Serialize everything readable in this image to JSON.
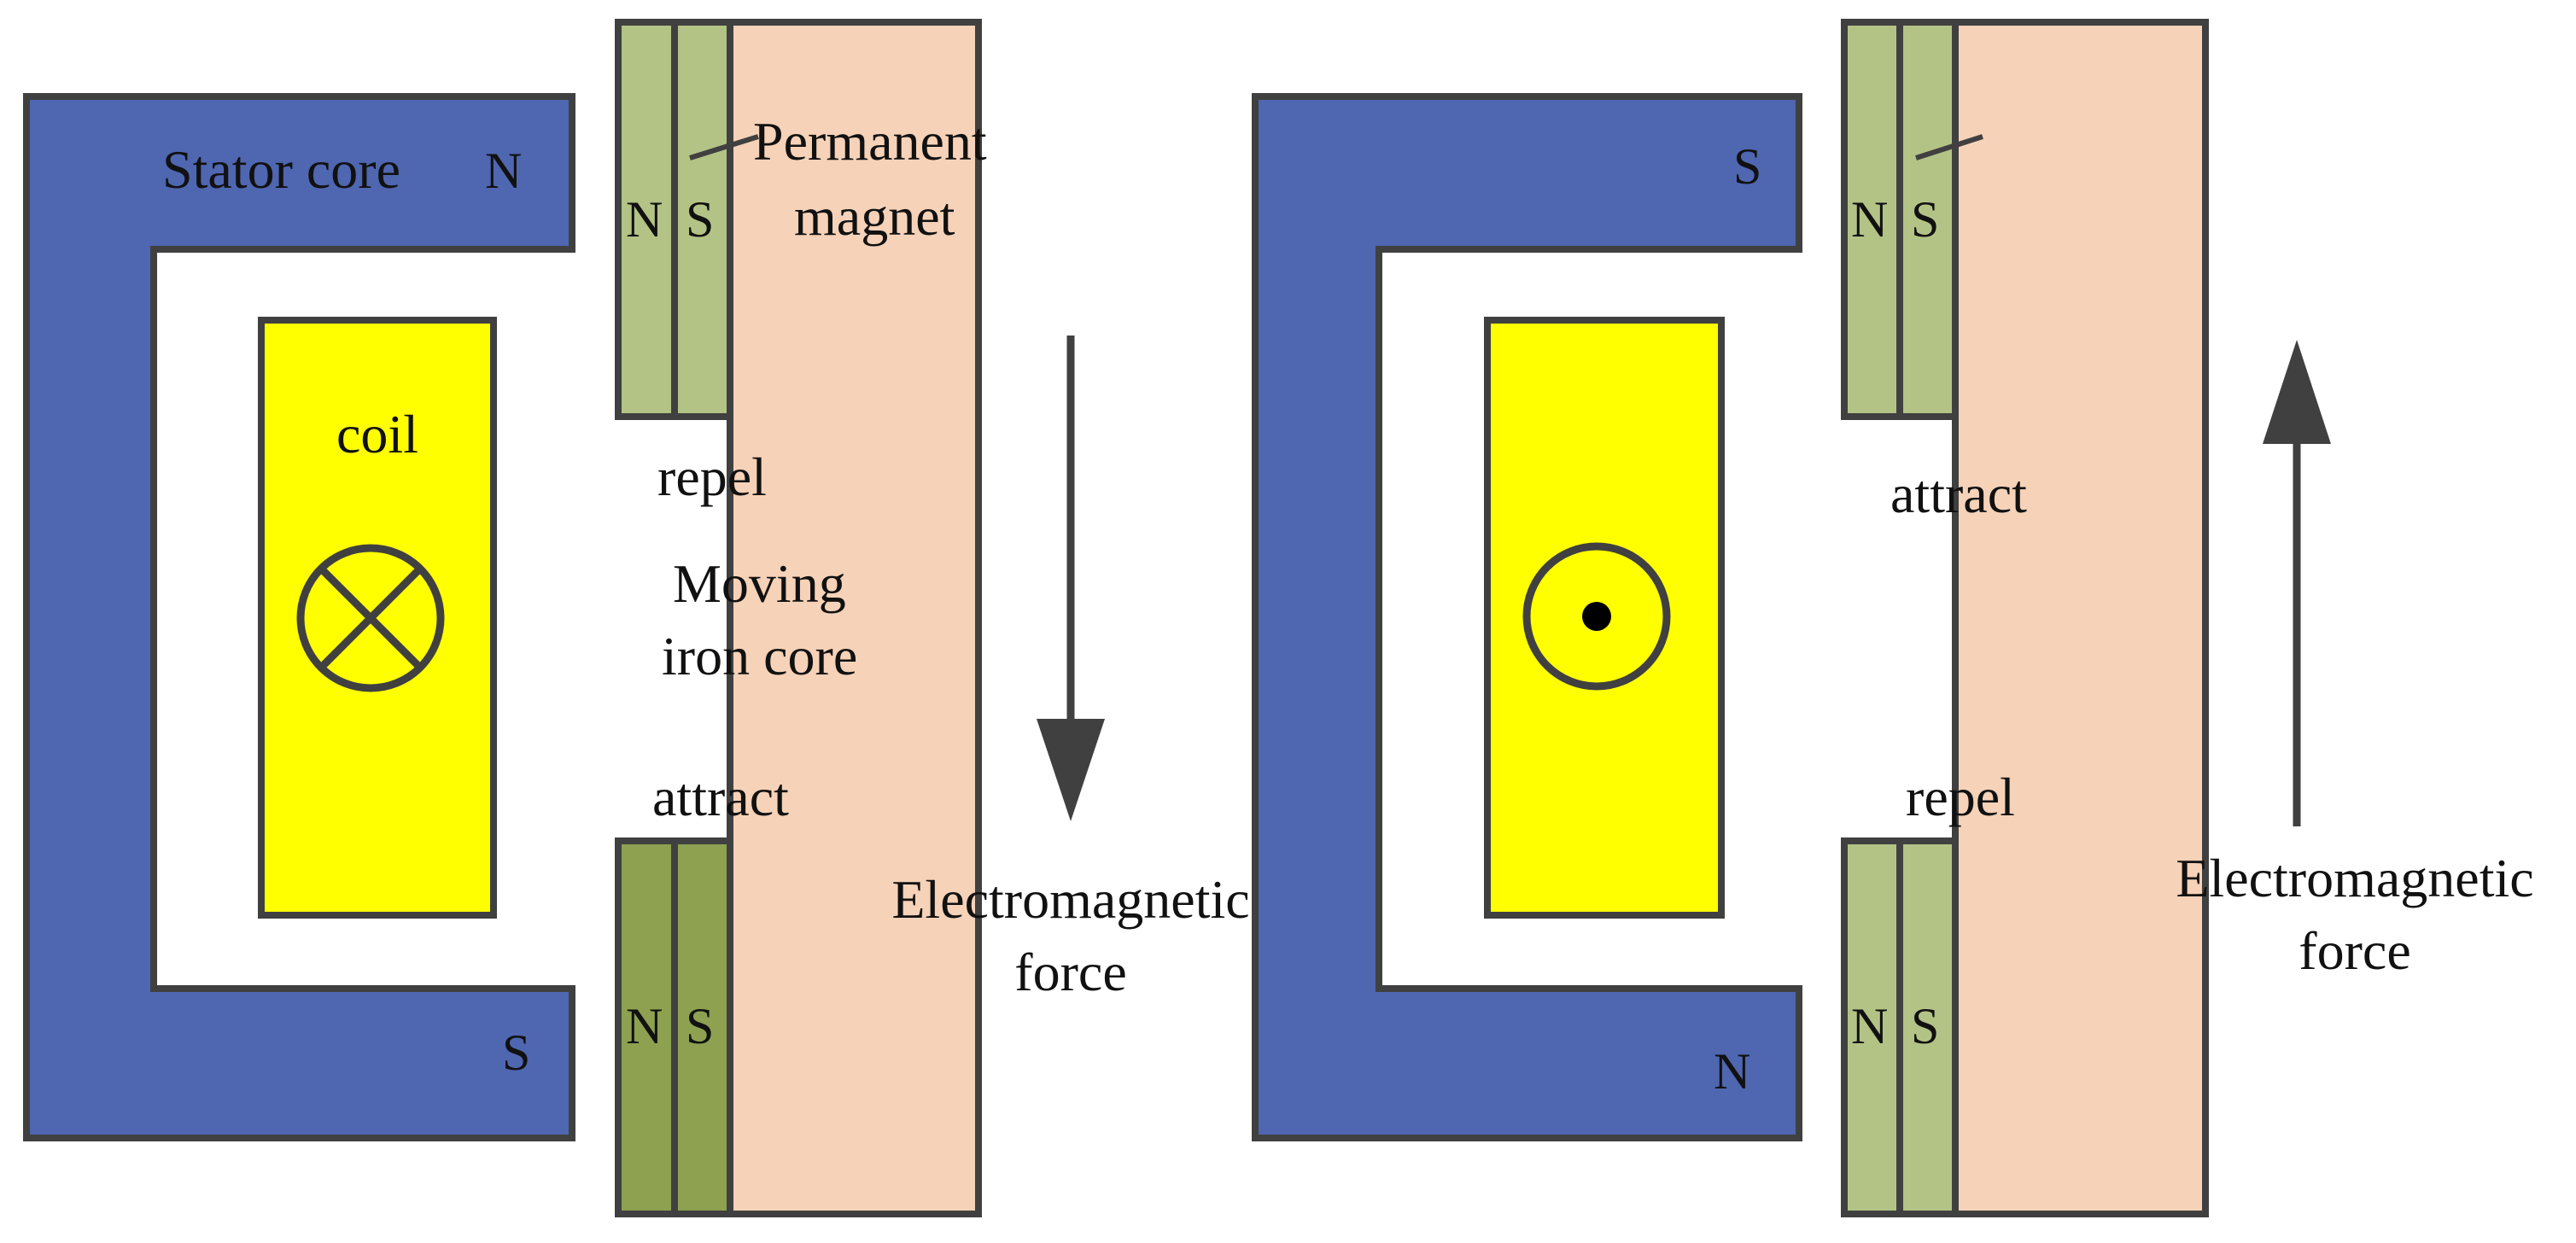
{
  "colors": {
    "stator": "#4f66b0",
    "coil": "#ffff00",
    "mover": "#f5d2b8",
    "magnet_light": "#b3c386",
    "magnet_dark": "#8da150",
    "outline": "#404040",
    "text": "#111111"
  },
  "left": {
    "stator_label": "Stator core",
    "pole_top": "N",
    "pole_bottom": "S",
    "magnet_label_line1": "Permanent",
    "magnet_label_line2": "magnet",
    "magnet_top_n": "N",
    "magnet_top_s": "S",
    "magnet_bottom_n": "N",
    "magnet_bottom_s": "S",
    "coil_label": "coil",
    "coil_current_symbol": "cross (into page)",
    "upper_interaction": "repel",
    "lower_interaction": "attract",
    "mover_label_line1": "Moving",
    "mover_label_line2": "iron core",
    "force_label_line1": "Electromagnetic",
    "force_label_line2": "force",
    "force_direction": "down"
  },
  "right": {
    "pole_top": "S",
    "pole_bottom": "N",
    "magnet_top_n": "N",
    "magnet_top_s": "S",
    "magnet_bottom_n": "N",
    "magnet_bottom_s": "S",
    "coil_current_symbol": "dot (out of page)",
    "upper_interaction": "attract",
    "lower_interaction": "repel",
    "force_label_line1": "Electromagnetic",
    "force_label_line2": "force",
    "force_direction": "up"
  }
}
